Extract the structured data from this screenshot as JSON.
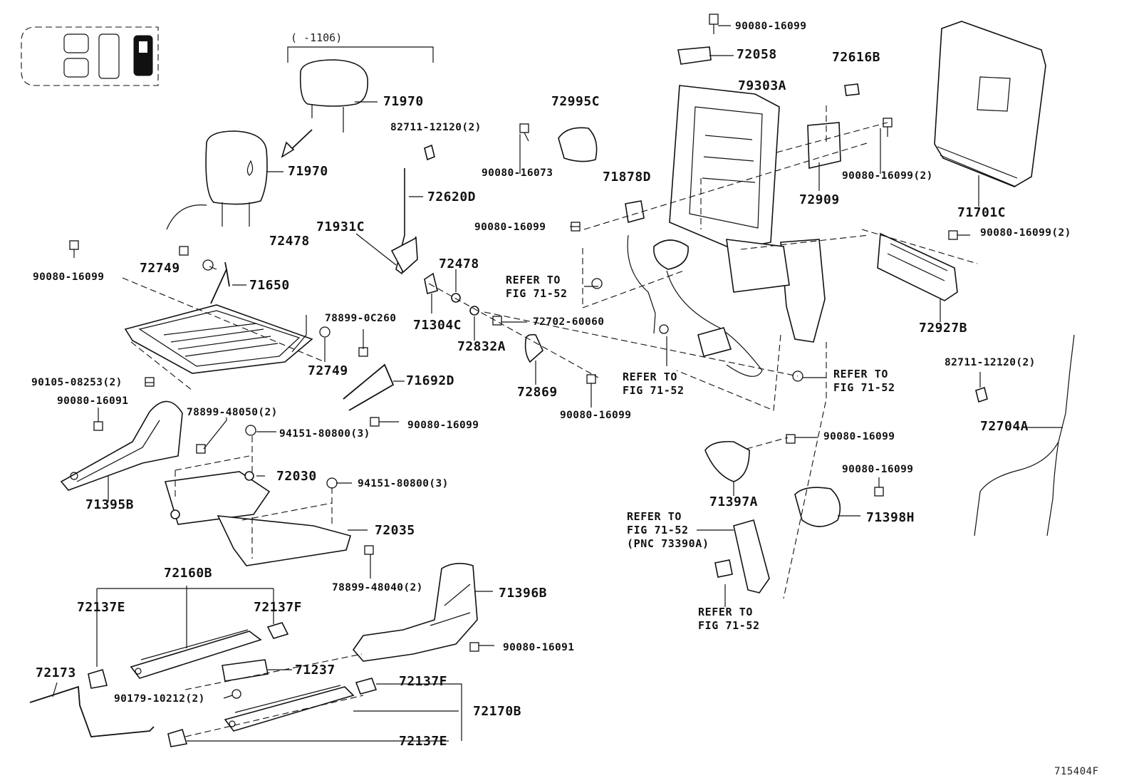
{
  "diagram": {
    "figure_code": "715404F",
    "range_note": "(      -1106)",
    "reference_notes": {
      "r1": "REFER TO\nFIG 71-52",
      "r2": "REFER TO\nFIG 71-52",
      "r3": "REFER TO\nFIG 71-52",
      "r4": "REFER TO\nFIG 71-52\n(PNC 73390A)",
      "r5": "REFER TO\nFIG 71-52"
    },
    "labels": {
      "p90080_16099_a": "90080-16099",
      "p72058": "72058",
      "p72616B": "72616B",
      "p79303A": "79303A",
      "p72995C": "72995C",
      "p82711_12120_a": "82711-12120(2)",
      "p71970_a": "71970",
      "p71970_b": "71970",
      "p72620D": "72620D",
      "p90080_16073": "90080-16073",
      "p71878D": "71878D",
      "p72909": "72909",
      "p90080_16099_b": "90080-16099(2)",
      "p71701C": "71701C",
      "p90080_16099_c": "90080-16099",
      "p90080_16099_d": "90080-16099(2)",
      "p71931C": "71931C",
      "p72478_a": "72478",
      "p72478_b": "72478",
      "p90080_16099_e": "90080-16099",
      "p72749_a": "72749",
      "p71650": "71650",
      "p71304C": "71304C",
      "p72702_60060": "72702-60060",
      "p72832A": "72832A",
      "p78899_0C260": "78899-0C260",
      "p72749_b": "72749",
      "p72927B": "72927B",
      "p90105_08253": "90105-08253(2)",
      "p71692D": "71692D",
      "p72869": "72869",
      "p90080_16099_f": "90080-16099",
      "p82711_12120_b": "82711-12120(2)",
      "p90080_16091_a": "90080-16091",
      "p78899_48050": "78899-48050(2)",
      "p90080_16099_g": "90080-16099",
      "p94151_80800_a": "94151-80800(3)",
      "p72704A": "72704A",
      "p90080_16099_h": "90080-16099",
      "p90080_16099_i": "90080-16099",
      "p72030": "72030",
      "p94151_80800_b": "94151-80800(3)",
      "p71395B": "71395B",
      "p71397A": "71397A",
      "p71398H": "71398H",
      "p72035": "72035",
      "p78899_48040": "78899-48040(2)",
      "p72160B": "72160B",
      "p71396B": "71396B",
      "p72137E_a": "72137E",
      "p72137F_a": "72137F",
      "p90080_16091_b": "90080-16091",
      "p72173": "72173",
      "p71237": "71237",
      "p90179_10212": "90179-10212(2)",
      "p72137F_b": "72137F",
      "p72170B": "72170B",
      "p72137E_b": "72137E"
    }
  }
}
